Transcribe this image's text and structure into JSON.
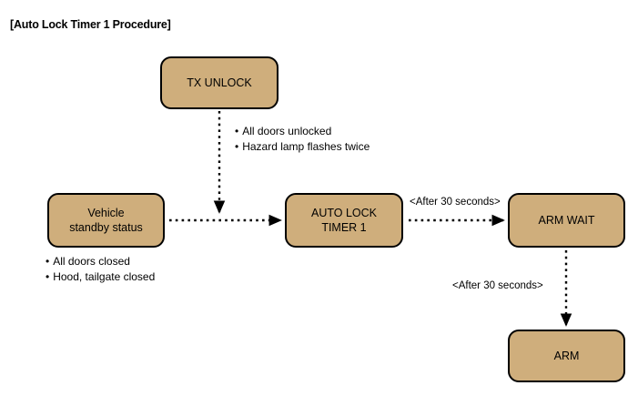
{
  "title": "[Auto Lock Timer 1 Procedure]",
  "colors": {
    "node_fill": "#cfae7c",
    "node_border": "#000000",
    "edge": "#000000",
    "background": "#ffffff",
    "text": "#000000"
  },
  "nodes": {
    "tx_unlock": {
      "label": "TX UNLOCK"
    },
    "vehicle": {
      "line1": "Vehicle",
      "line2": "standby status"
    },
    "auto_lock": {
      "line1": "AUTO LOCK",
      "line2": "TIMER 1"
    },
    "arm_wait": {
      "label": "ARM WAIT"
    },
    "arm": {
      "label": "ARM"
    }
  },
  "notes": {
    "tx_unlock_effects": {
      "bullet": "•",
      "lines": [
        "All doors unlocked",
        "Hazard lamp flashes twice"
      ]
    },
    "vehicle_conditions": {
      "bullet": "•",
      "lines": [
        "All doors closed",
        "Hood, tailgate closed"
      ]
    }
  },
  "edges": {
    "vehicle_to_auto_lock": {
      "label": "",
      "style": "dotted-arrow"
    },
    "tx_unlock_to_auto_lock": {
      "label": "",
      "style": "dotted-arrow"
    },
    "auto_lock_to_arm_wait": {
      "label": "<After 30 seconds>",
      "style": "dotted-arrow"
    },
    "arm_wait_to_arm": {
      "label": "<After 30 seconds>",
      "style": "dotted-arrow"
    }
  }
}
